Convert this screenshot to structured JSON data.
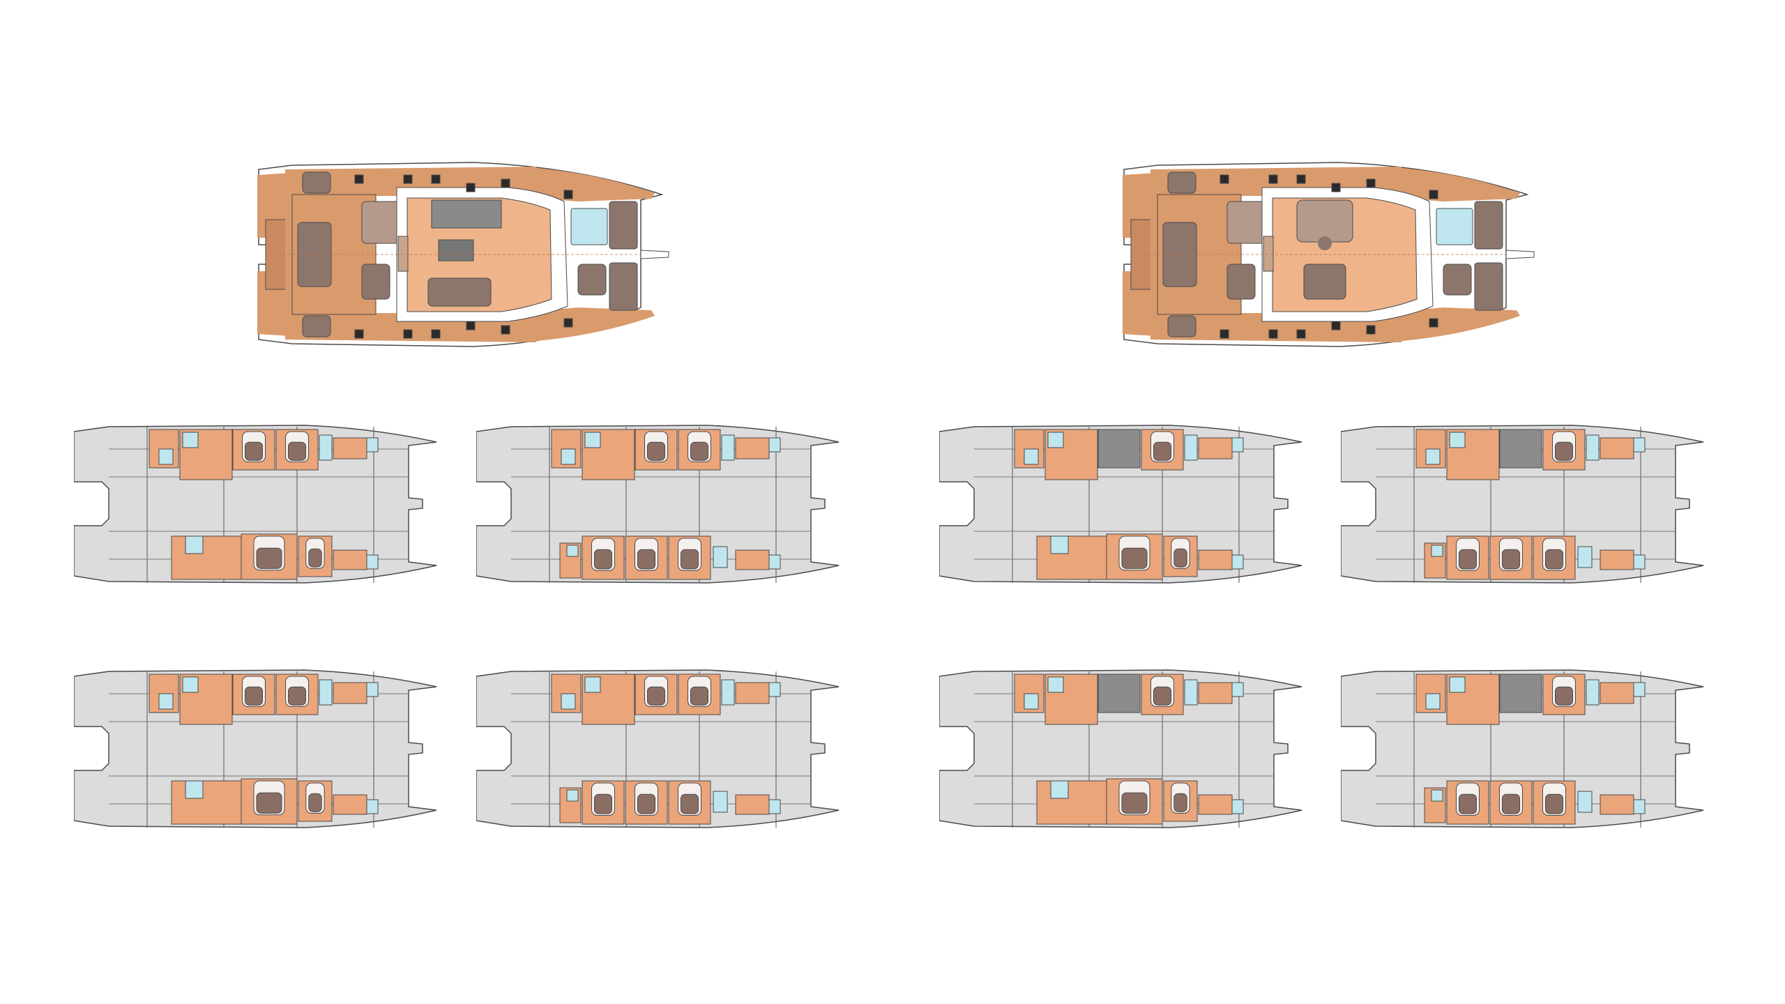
{
  "colors": {
    "teak": "#d99a6c",
    "teak_dark": "#c8855a",
    "cushion": "#8c766c",
    "cushion_light": "#b59a8c",
    "hull_grey": "#dcdcdc",
    "hull_grey_dark": "#c9c9c9",
    "outline": "#4a4a4a",
    "cabin": "#eba57a",
    "bath": "#bfe6ee",
    "bed": "#f4f0ee",
    "bed_shade": "#8a6e64",
    "white": "#ffffff"
  },
  "deck_plans": [
    {
      "variant": "galley-aft",
      "spa": true
    },
    {
      "variant": "galley-forward",
      "spa": true
    }
  ],
  "hull_plans": [
    {
      "group": "A",
      "top_cabins": 4,
      "bottom_cabins": 3
    },
    {
      "group": "A",
      "top_cabins": 4,
      "bottom_cabins": 4
    },
    {
      "group": "B",
      "top_cabins": 4,
      "bottom_cabins": 3
    },
    {
      "group": "B",
      "top_cabins": 4,
      "bottom_cabins": 4
    },
    {
      "group": "A",
      "top_cabins": 4,
      "bottom_cabins": 3
    },
    {
      "group": "A",
      "top_cabins": 4,
      "bottom_cabins": 4
    },
    {
      "group": "B",
      "top_cabins": 4,
      "bottom_cabins": 3
    },
    {
      "group": "B",
      "top_cabins": 4,
      "bottom_cabins": 4
    }
  ]
}
